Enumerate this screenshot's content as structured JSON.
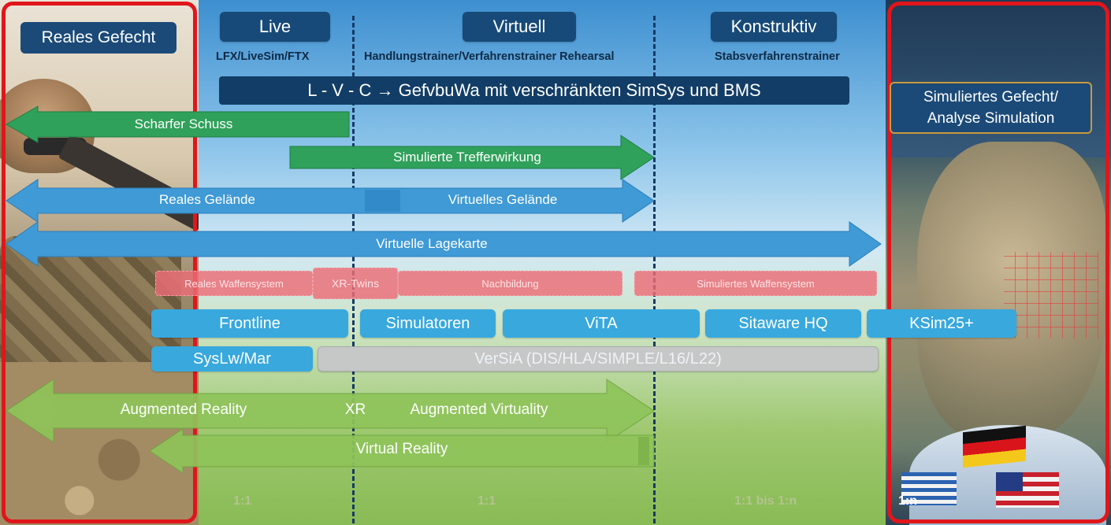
{
  "header": {
    "real_combat": "Reales Gefecht",
    "columns": [
      {
        "title": "Live",
        "subtitle": "LFX/LiveSim/FTX"
      },
      {
        "title": "Virtuell",
        "subtitle": "Handlungstrainer/Verfahrenstrainer  Rehearsal"
      },
      {
        "title": "Konstruktiv",
        "subtitle": "Stabsverfahrenstrainer"
      }
    ],
    "sim_combat": "Simuliertes Gefecht/ Analyse Simulation",
    "banner": "L - V - C  →  GefvbuWa mit verschränkten SimSys und BMS"
  },
  "arrows": {
    "live_fire": "Scharfer Schuss",
    "simulated_hit": "Simulierte Trefferwirkung",
    "real_terrain": "Reales Gelände",
    "virtual_terrain": "Virtuelles Gelände",
    "virtual_map": "Virtuelle Lagekarte",
    "augmented_reality": "Augmented Reality",
    "xr": "XR",
    "augmented_virtuality": "Augmented Virtuality",
    "virtual_reality": "Virtual Reality"
  },
  "weapon_systems": {
    "real": "Reales Waffensystem",
    "xr_twins": "XR-Twins",
    "replica": "Nachbildung",
    "simulated": "Simuliertes Waffensystem"
  },
  "systems": {
    "frontline": "Frontline",
    "simulators": "Simulatoren",
    "vita": "ViTA",
    "sitaware": "Sitaware HQ",
    "ksim": "KSim25+",
    "syslw": "SysLw/Mar",
    "versia": "VerSiA (DIS/HLA/SIMPLE/L16/L22)"
  },
  "ratios": {
    "live": "1:1",
    "virtual": "1:1",
    "constructive": "1:1 bis 1:n",
    "sim": "1:n"
  },
  "colors": {
    "green_arrow": "#2fa15a",
    "blue_arrow": "#3f9ad6",
    "light_green_arrow": "#8fc45a",
    "frame_red": "#e0161b",
    "header_blue": "#174a78"
  }
}
